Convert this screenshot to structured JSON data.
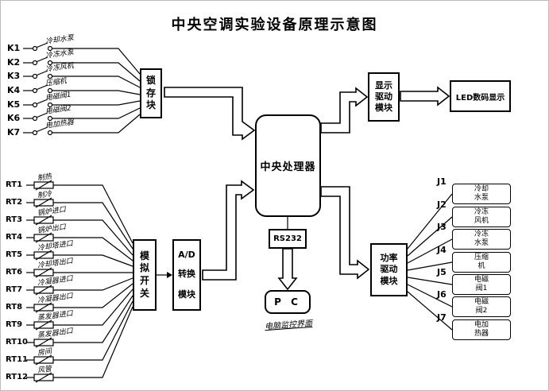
{
  "title": "中央空调实验设备原理示意图",
  "k_inputs": [
    {
      "id": "K1",
      "label": "冷却水泵"
    },
    {
      "id": "K2",
      "label": "冷冻水泵"
    },
    {
      "id": "K3",
      "label": "冷冻风机"
    },
    {
      "id": "K4",
      "label": "压缩机"
    },
    {
      "id": "K5",
      "label": "电磁阀1"
    },
    {
      "id": "K6",
      "label": "电磁阀2"
    },
    {
      "id": "K7",
      "label": "电加热器"
    }
  ],
  "rt_inputs": [
    {
      "id": "RT1",
      "label": "制热"
    },
    {
      "id": "RT2",
      "label": "制冷"
    },
    {
      "id": "RT3",
      "label": "锅炉进口"
    },
    {
      "id": "RT4",
      "label": "锅炉出口"
    },
    {
      "id": "RT5",
      "label": "冷却塔进口"
    },
    {
      "id": "RT6",
      "label": "冷却塔出口"
    },
    {
      "id": "RT7",
      "label": "冷凝器进口"
    },
    {
      "id": "RT8",
      "label": "冷凝器出口"
    },
    {
      "id": "RT9",
      "label": "蒸发器进口"
    },
    {
      "id": "RT10",
      "label": "蒸发器出口"
    },
    {
      "id": "RT11",
      "label": "房间"
    },
    {
      "id": "RT12",
      "label": "风管"
    }
  ],
  "j_outputs": [
    {
      "id": "J1",
      "lines": [
        "冷却",
        "水泵"
      ]
    },
    {
      "id": "J2",
      "lines": [
        "冷冻",
        "风机"
      ]
    },
    {
      "id": "J3",
      "lines": [
        "冷冻",
        "水泵"
      ]
    },
    {
      "id": "J4",
      "lines": [
        "压缩",
        "机"
      ]
    },
    {
      "id": "J5",
      "lines": [
        "电磁",
        "阀1"
      ]
    },
    {
      "id": "J6",
      "lines": [
        "电磁",
        "阀2"
      ]
    },
    {
      "id": "J7",
      "lines": [
        "电加",
        "热器"
      ]
    }
  ],
  "blocks": {
    "latch": "锁存块",
    "cpu": "中央处理器",
    "analog_switch": "模拟开关",
    "adc": {
      "line1": "A/D",
      "line2": "转换",
      "line3": "模块"
    },
    "display_driver": "显示驱动模块",
    "led": "LED数码显示",
    "rs232": "RS232",
    "pc": "P C",
    "pc_caption": "电脑监控界面",
    "power_driver": "功率驱动模块"
  }
}
